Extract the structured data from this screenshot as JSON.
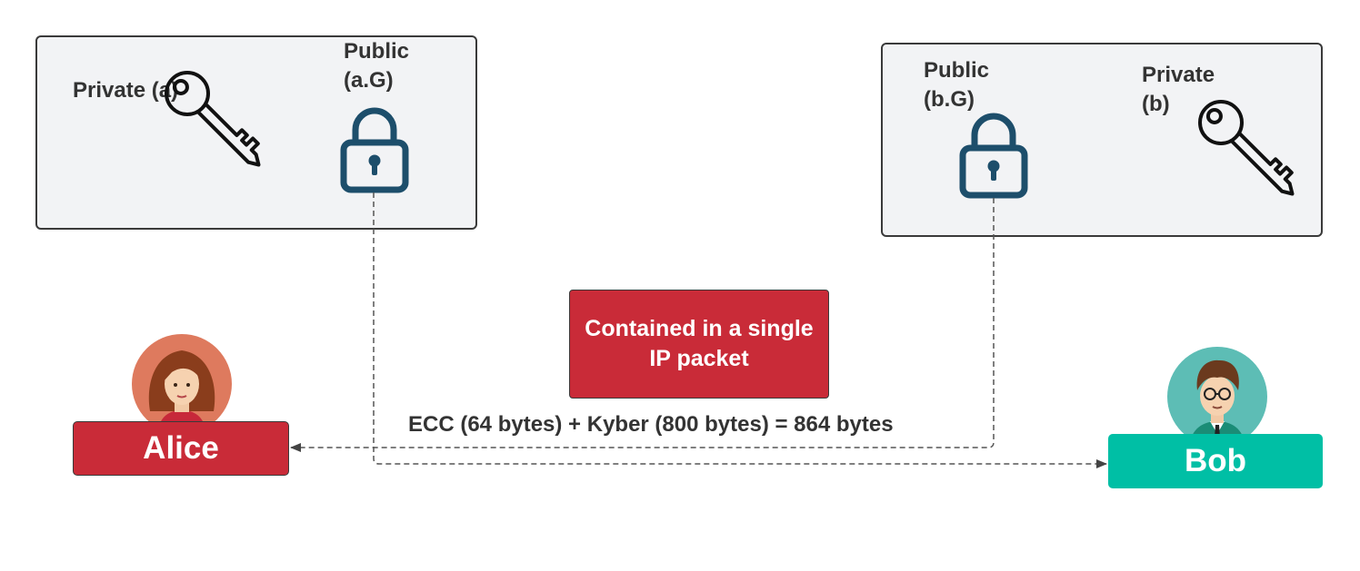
{
  "alice_keys": {
    "private_label": "Private (a)",
    "public_label_line1": "Public",
    "public_label_line2": "(a.G)",
    "private_icon": "key-icon",
    "public_icon": "padlock-icon"
  },
  "bob_keys": {
    "public_label_line1": "Public",
    "public_label_line2": "(b.G)",
    "private_label_line1": "Private",
    "private_label_line2": "(b)",
    "private_icon": "key-icon",
    "public_icon": "padlock-icon"
  },
  "callout": {
    "text": "Contained in a single IP packet"
  },
  "exchange": {
    "formula": "ECC (64 bytes) + Kyber (800 bytes) = 864 bytes"
  },
  "parties": {
    "alice": "Alice",
    "bob": "Bob"
  },
  "colors": {
    "panel_bg": "#f2f3f5",
    "panel_border": "#3a3a3a",
    "icon_navy": "#1d4e6b",
    "alert_red": "#c92b38",
    "bob_teal": "#00bfa5",
    "connector": "#555555"
  }
}
